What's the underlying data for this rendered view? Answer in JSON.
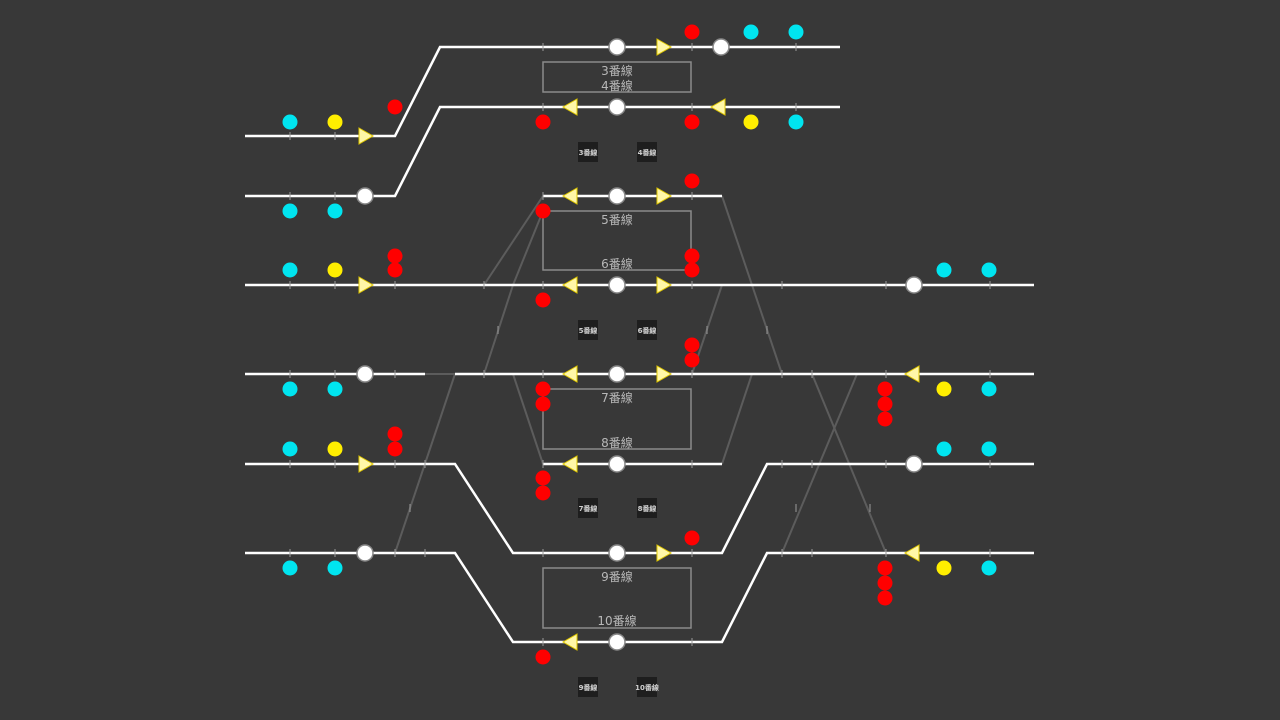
{
  "colors": {
    "background": "#383838",
    "track": "#ffffff",
    "crossover": "#5c5c5c",
    "signal_stop": "#ff0000",
    "signal_caution": "#ffee00",
    "signal_clear": "#00e5f0",
    "route_arrow": "#fff7a8",
    "platform_border": "#8a8a8a",
    "label": "#b8b8b8"
  },
  "platforms": [
    {
      "id": "p34",
      "labels": [
        "3番線",
        "4番線"
      ]
    },
    {
      "id": "p56",
      "labels": [
        "5番線",
        "6番線"
      ]
    },
    {
      "id": "p78",
      "labels": [
        "7番線",
        "8番線"
      ]
    },
    {
      "id": "p910",
      "labels": [
        "9番線",
        "10番線"
      ]
    }
  ],
  "track_buttons": [
    "3番線",
    "4番線",
    "5番線",
    "6番線",
    "7番線",
    "8番線",
    "9番線",
    "10番線"
  ],
  "icons": {
    "signal": "signal-lamp-icon",
    "route_button": "route-button-icon",
    "direction": "direction-arrow-icon"
  }
}
